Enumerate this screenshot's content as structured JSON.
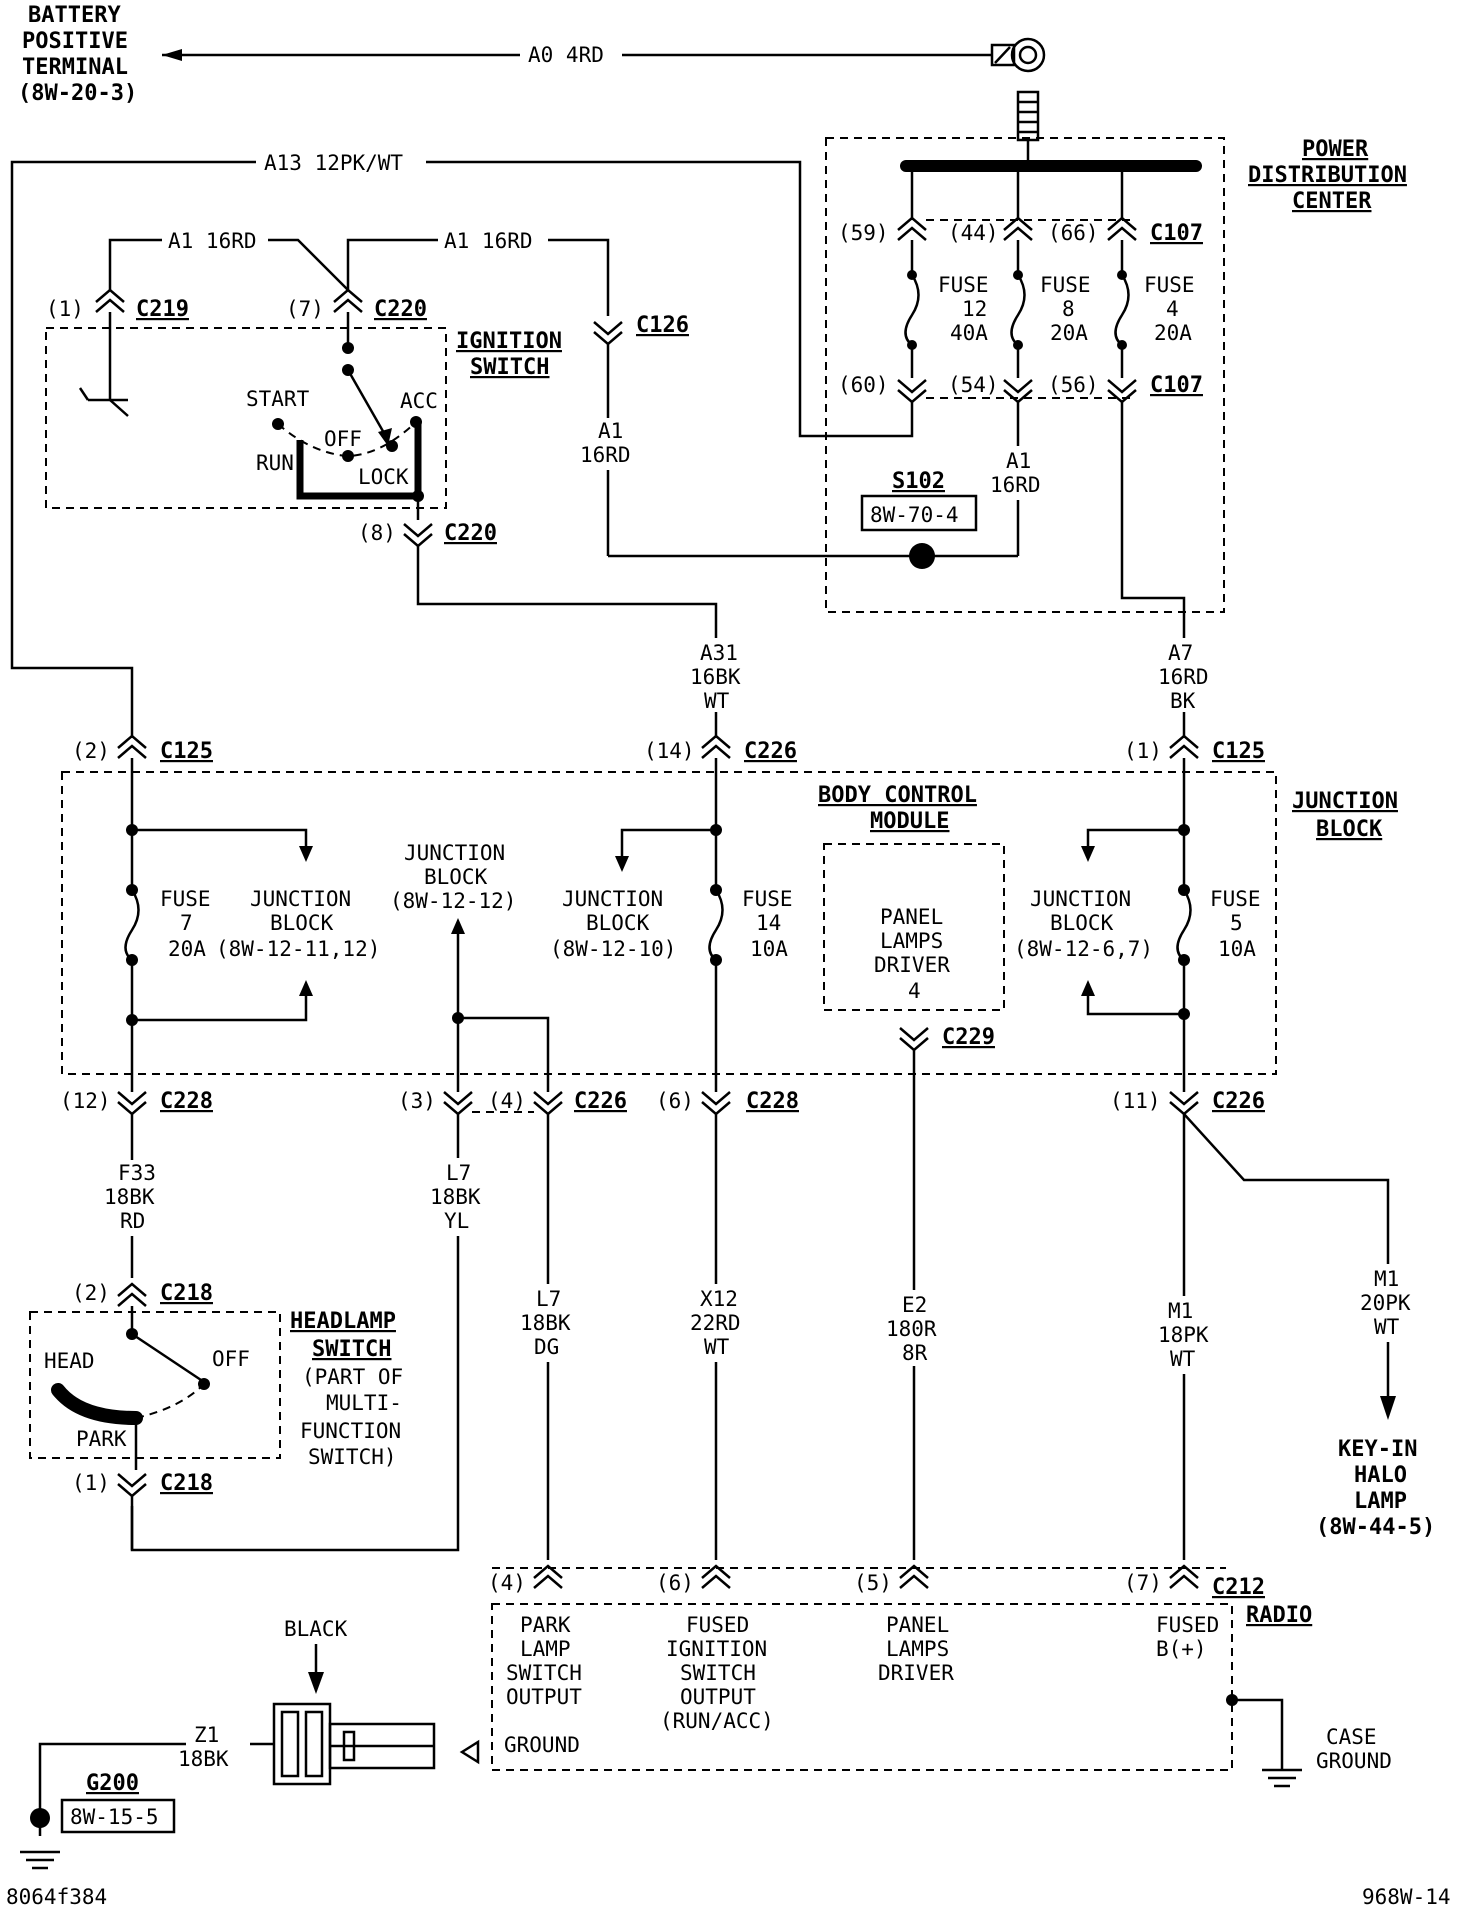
{
  "battery": {
    "l1": "BATTERY",
    "l2": "POSITIVE",
    "l3": "TERMINAL",
    "l4": "(8W-20-3)",
    "wire": "A0 4RD"
  },
  "pdc": {
    "l1": "POWER",
    "l2": "DISTRIBUTION",
    "l3": "CENTER",
    "conn": "C107",
    "pin59": "(59)",
    "pin44": "(44)",
    "pin66": "(66)",
    "pin60": "(60)",
    "pin54": "(54)",
    "pin56": "(56)",
    "f12": [
      "FUSE",
      "12",
      "40A"
    ],
    "f8": [
      "FUSE",
      "8",
      "20A"
    ],
    "f4": [
      "FUSE",
      "4",
      "20A"
    ]
  },
  "splice": {
    "name": "S102",
    "ref": "8W-70-4"
  },
  "ign": {
    "l1": "IGNITION",
    "l2": "SWITCH",
    "start": "START",
    "acc": "ACC",
    "off": "OFF",
    "run": "RUN",
    "lock": "LOCK",
    "c219": "C219",
    "c220": "C220",
    "pin1": "(1)",
    "pin7": "(7)",
    "pin8": "(8)"
  },
  "wires": {
    "a13": "A13 12PK/WT",
    "a1": "A1 16RD",
    "a1_top": "A1",
    "a1_bot": "16RD",
    "a31": [
      "A31",
      "16BK",
      "WT"
    ],
    "a7": [
      "A7",
      "16RD",
      "BK"
    ],
    "f33": [
      "F33",
      "18BK",
      "RD"
    ],
    "l7a": [
      "L7",
      "18BK",
      "YL"
    ],
    "l7b": [
      "L7",
      "18BK",
      "DG"
    ],
    "x12": [
      "X12",
      "22RD",
      "WT"
    ],
    "e2": [
      "E2",
      "180R",
      "8R"
    ],
    "m1a": [
      "M1",
      "18PK",
      "WT"
    ],
    "m1b": [
      "M1",
      "20PK",
      "WT"
    ],
    "z1": [
      "Z1",
      "18BK"
    ]
  },
  "connectors": {
    "c126": "C126",
    "c125": "C125",
    "c226": "C226",
    "c228": "C228",
    "c229": "C229",
    "c218": "C218",
    "c212": "C212",
    "p2": "(2)",
    "p14": "(14)",
    "p1": "(1)",
    "p12": "(12)",
    "p3": "(3)",
    "p4": "(4)",
    "p6": "(6)",
    "p11": "(11)",
    "p5": "(5)",
    "p7": "(7)"
  },
  "jb": {
    "l1": "JUNCTION",
    "l2": "BLOCK",
    "fuse7": [
      "FUSE",
      "7",
      "20A"
    ],
    "fuse14": [
      "FUSE",
      "14",
      "10A"
    ],
    "fuse5": [
      "FUSE",
      "5",
      "10A"
    ],
    "jb1112": [
      "JUNCTION",
      "BLOCK",
      "(8W-12-11,12)"
    ],
    "jb1212": [
      "JUNCTION",
      "BLOCK",
      "(8W-12-12)"
    ],
    "jb1210": [
      "JUNCTION",
      "BLOCK",
      "(8W-12-10)"
    ],
    "jb67": [
      "JUNCTION",
      "BLOCK",
      "(8W-12-6,7)"
    ]
  },
  "bcm": {
    "l1": "BODY CONTROL",
    "l2": "MODULE",
    "pl": [
      "PANEL",
      "LAMPS",
      "DRIVER",
      "4"
    ]
  },
  "keyin": {
    "l1": "KEY-IN",
    "l2": "HALO",
    "l3": "LAMP",
    "l4": "(8W-44-5)"
  },
  "headlamp": {
    "l1": "HEADLAMP",
    "l2": "SWITCH",
    "l3": "(PART OF",
    "l4": "MULTI-",
    "l5": "FUNCTION",
    "l6": "SWITCH)",
    "head": "HEAD",
    "off": "OFF",
    "park": "PARK"
  },
  "radio": {
    "name": "RADIO",
    "park": [
      "PARK",
      "LAMP",
      "SWITCH",
      "OUTPUT"
    ],
    "fused": [
      "FUSED",
      "IGNITION",
      "SWITCH",
      "OUTPUT",
      "(RUN/ACC)"
    ],
    "panel": [
      "PANEL",
      "LAMPS",
      "DRIVER"
    ],
    "fb": [
      "FUSED",
      "B(+)"
    ],
    "ground": "GROUND",
    "case": [
      "CASE",
      "GROUND"
    ]
  },
  "ground": {
    "black": "BLACK",
    "g200": "G200",
    "ref": "8W-15-5"
  },
  "footer": {
    "left": "8064f384",
    "right": "968W-14"
  }
}
